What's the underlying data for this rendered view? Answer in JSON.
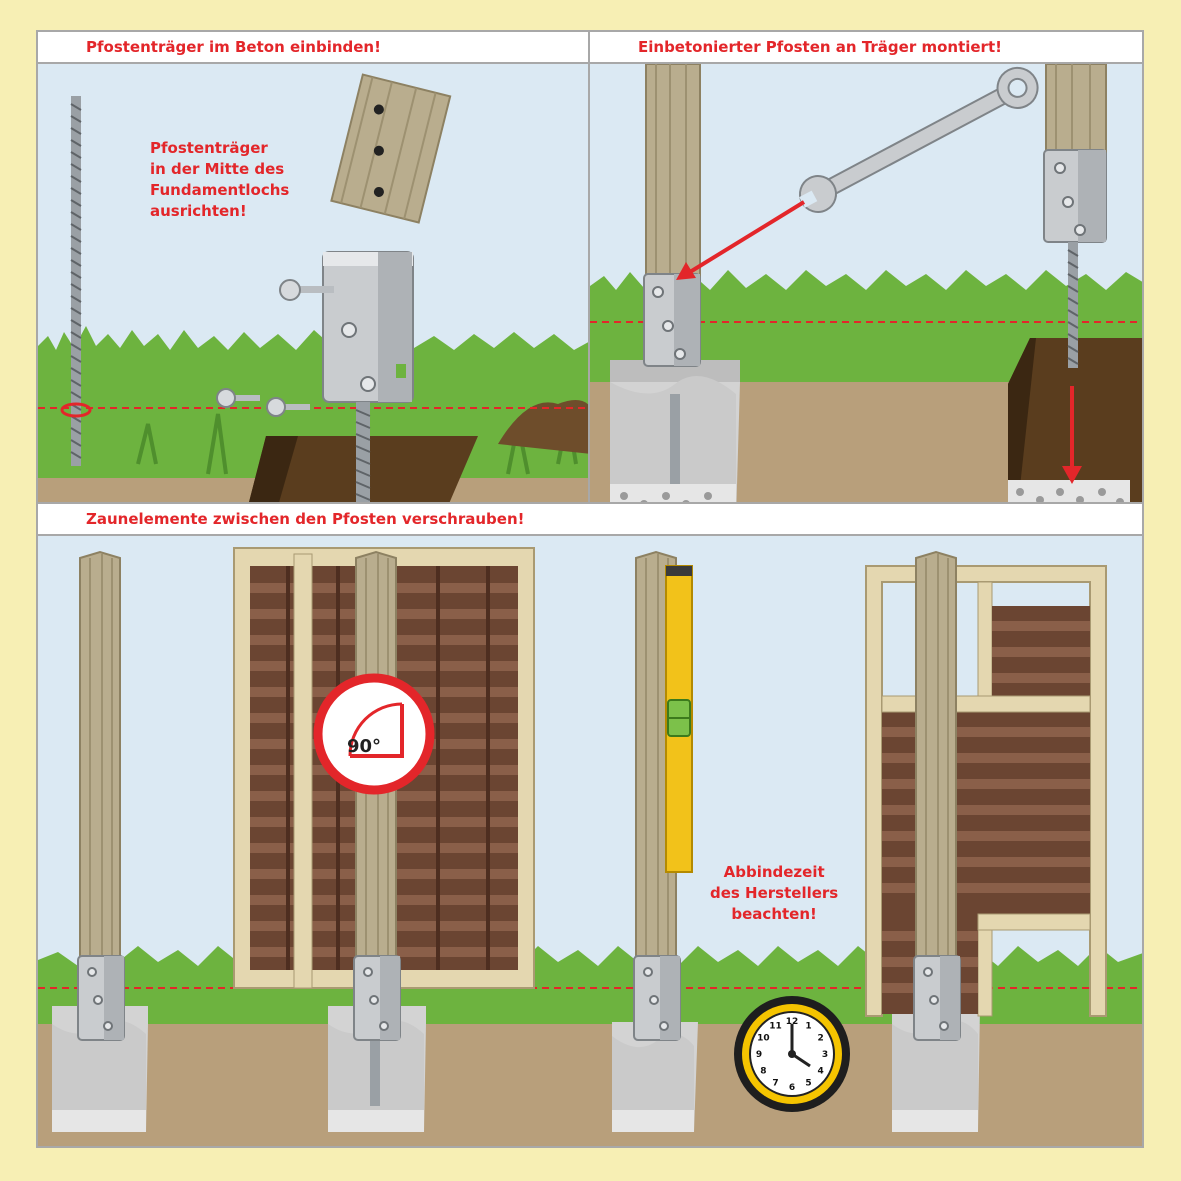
{
  "panels": {
    "p1": {
      "title": "Pfostenträger im Beton einbinden!"
    },
    "p2": {
      "title": "Einbetonierter Pfosten an Träger montiert!"
    },
    "p3": {
      "title": "Zaunelemente zwischen den Pfosten verschrauben!"
    }
  },
  "notes": {
    "align": [
      "Pfostenträger",
      "in der Mitte des",
      "Fundamentlochs",
      "ausrichten!"
    ],
    "cure": [
      "Abbindezeit",
      "des Herstellers",
      "beachten!"
    ]
  },
  "angle_badge": {
    "label": "90°"
  },
  "clock": {
    "numbers": [
      "12",
      "1",
      "2",
      "3",
      "4",
      "5",
      "6",
      "7",
      "8",
      "9",
      "10",
      "11"
    ]
  },
  "colors": {
    "accent": "#e3262a",
    "sky": "#dbe9f3",
    "grass": "#6db33f",
    "soil": "#b89f7b",
    "wood": "#b9ad8e",
    "steel": "#c9cccf",
    "background": "#f7efb4"
  }
}
